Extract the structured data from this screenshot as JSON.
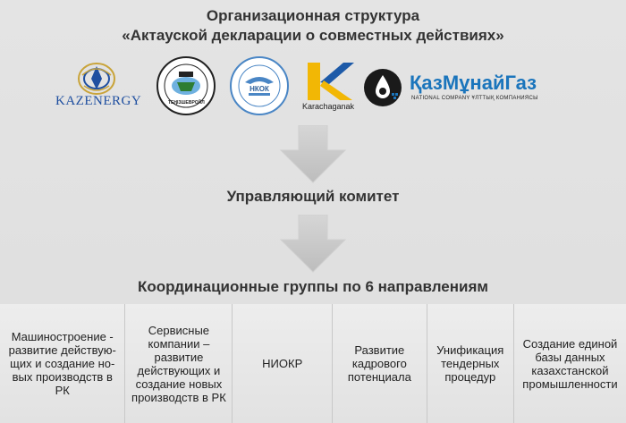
{
  "header": {
    "title_line1": "Организационная структура",
    "title_line2": "«Актауской декларации о совместных действиях»"
  },
  "logos": [
    {
      "name": "kazenergy-logo",
      "text": "KAZENERGY"
    },
    {
      "name": "tso-logo",
      "text": "ТЕҢІЗШЕВРОЙЛ"
    },
    {
      "name": "nkok-logo",
      "text": "НКОК"
    },
    {
      "name": "karachaganak-logo",
      "text": "Karachaganak"
    },
    {
      "name": "kazmunaigaz-logo",
      "text": "ҚазМұнайГаз",
      "subtext": "NATIONAL COMPANY ҰЛТТЫҚ КОМПАНИЯСЫ"
    }
  ],
  "stages": {
    "committee": "Управляющий комитет",
    "groups_heading": "Координационные группы по 6 направлениям"
  },
  "groups": [
    "Машиностроение - развитие действую-щих и создание но-вых производств в РК",
    "Сервисные компании – развитие действующих и создание новых производств в РК",
    "НИОКР",
    "Развитие кадрового потенциала",
    "Унификация тендерных процедур",
    "Создание единой базы данных казахстанской промышленности"
  ],
  "colors": {
    "kazenergy_blue": "#1f4fa0",
    "kazenergy_gold": "#c9a43a",
    "karachaganak_yellow": "#f2b705",
    "karachaganak_blue": "#1d5aa8",
    "kmg_blue": "#1b75bc",
    "kmg_dark": "#1a1a1a"
  }
}
